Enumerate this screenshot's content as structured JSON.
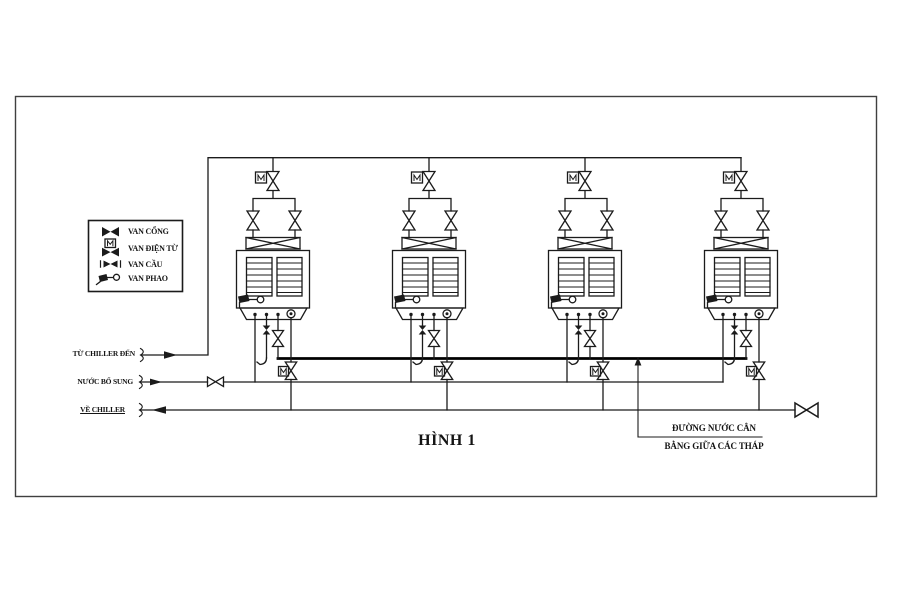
{
  "figure": {
    "caption": "HÌNH 1"
  },
  "legend": {
    "items": [
      {
        "icon": "gate-valve-icon",
        "label": "VAN CỔNG"
      },
      {
        "icon": "solenoid-valve-icon",
        "label": "VAN ĐIỆN TỪ"
      },
      {
        "icon": "globe-valve-icon",
        "label": "VAN CẦU"
      },
      {
        "icon": "float-valve-icon",
        "label": "VAN PHAO"
      }
    ]
  },
  "lines": {
    "supply": {
      "label": "TỪ CHILLER ĐẾN"
    },
    "makeup": {
      "label": "NƯỚC BỔ SUNG"
    },
    "return": {
      "label": "VỀ CHILLER"
    },
    "equalizer": {
      "label_line1": "ĐƯỜNG NƯỚC CÂN",
      "label_line2": "BẰNG GIỮA CÁC THÁP"
    }
  },
  "towers": {
    "count": 4
  },
  "colors": {
    "line": "#1b1b1b",
    "equalizer_line": "#000000",
    "background": "#ffffff"
  }
}
